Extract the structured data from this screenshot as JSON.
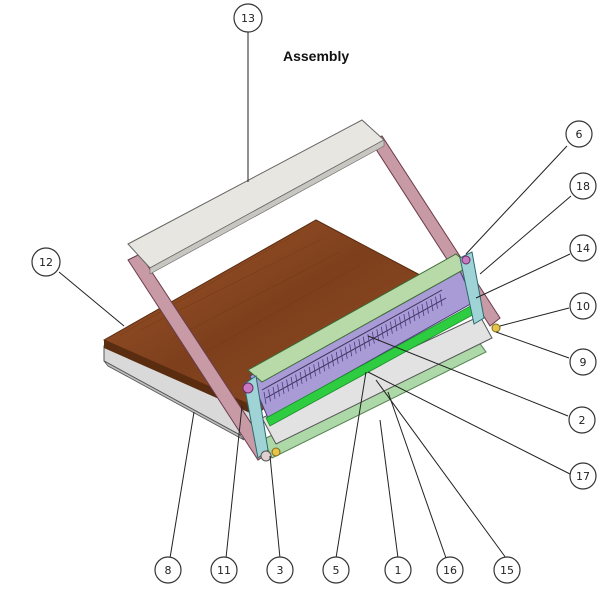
{
  "title": "Assembly",
  "callouts": [
    {
      "label": "13"
    },
    {
      "label": "6"
    },
    {
      "label": "18"
    },
    {
      "label": "12"
    },
    {
      "label": "14"
    },
    {
      "label": "10"
    },
    {
      "label": "9"
    },
    {
      "label": "2"
    },
    {
      "label": "17"
    },
    {
      "label": "8"
    },
    {
      "label": "11"
    },
    {
      "label": "3"
    },
    {
      "label": "5"
    },
    {
      "label": "1"
    },
    {
      "label": "16"
    },
    {
      "label": "15"
    }
  ],
  "colors": {
    "wood": "#8a4a22",
    "wood_edge": "#5a2c10",
    "frame": "#c79aa6",
    "handle": "#e6e4de",
    "comb_bar": "#a99bd6",
    "green_strip": "#2ecc40",
    "glass": "#9fd39a",
    "base": "#dcdcdc"
  }
}
